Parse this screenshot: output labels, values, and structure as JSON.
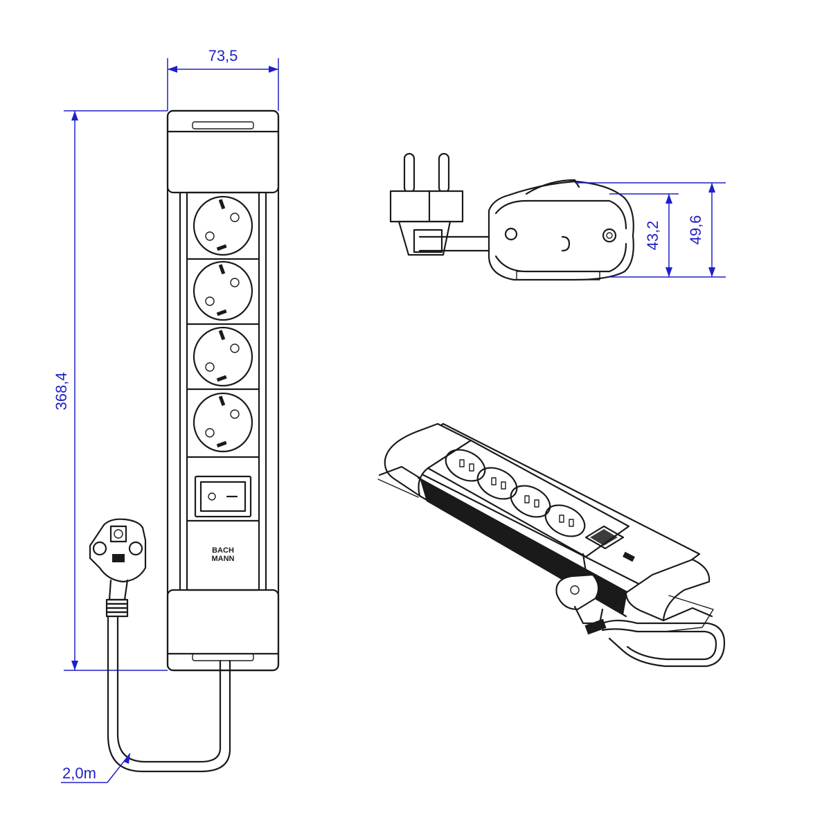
{
  "dimensions": {
    "width": "73,5",
    "length": "368,4",
    "height_inner": "43,2",
    "height_outer": "49,6",
    "cable": "2,0m"
  },
  "brand": {
    "line1": "BACH",
    "line2": "MANN"
  },
  "colors": {
    "dimension": "#1f1fc8",
    "outline": "#1a1a1a"
  }
}
